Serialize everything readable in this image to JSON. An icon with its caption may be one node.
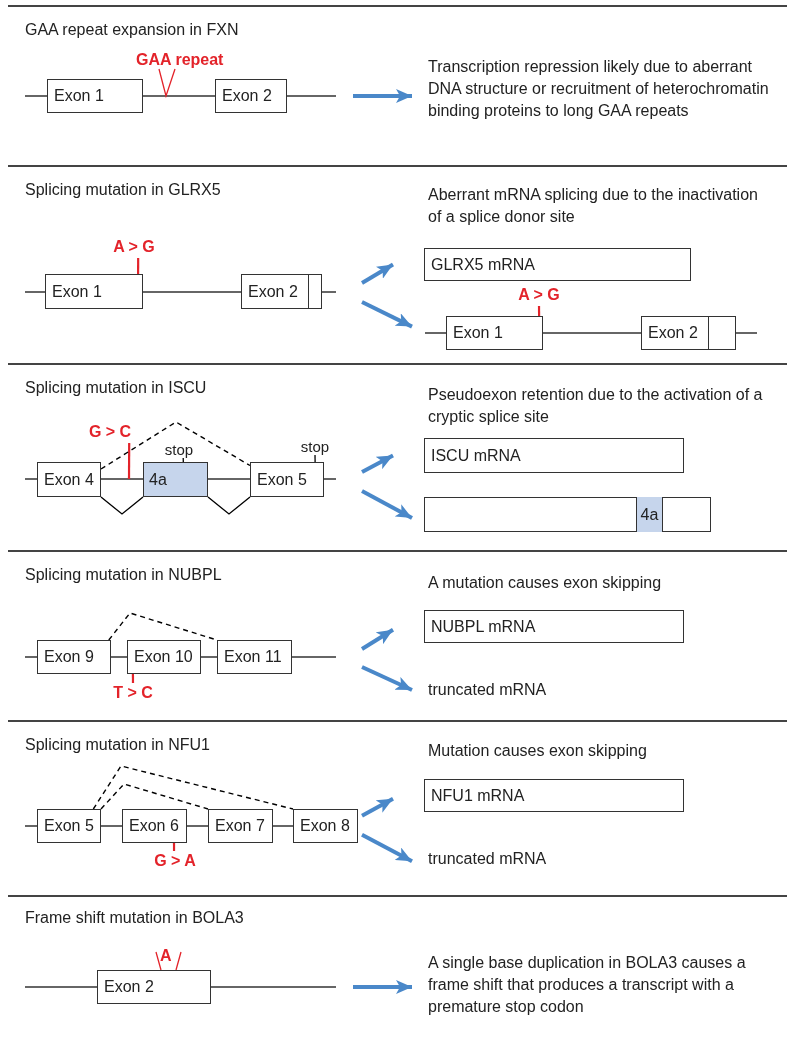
{
  "diagram": {
    "nodes": [
      {
        "text": [
          "Exon 1"
        ]
      },
      {
        "text": [
          "Exon 2"
        ]
      },
      {
        "text": [
          "Transcription repression likely due to aberrant DNA structure or recruitment of heterochromatin binding proteins to long GAA repeats"
        ]
      },
      {
        "text": [
          "A > G"
        ]
      },
      {
        "text": [
          "Exon 1"
        ]
      },
      {
        "text": [
          "Exon 2"
        ]
      },
      {
        "text": [
          "GLRX5 mRNA"
        ]
      },
      {
        "text": [
          "A > G"
        ]
      },
      {
        "text": [
          "Exon 1"
        ]
      },
      {
        "text": [
          "Exon 2"
        ]
      },
      {
        "text": [
          "G > C"
        ]
      },
      {
        "text": [
          "stop"
        ]
      },
      {
        "text": [
          "stop"
        ]
      },
      {
        "text": [
          "Exon 4"
        ]
      },
      {
        "text": [
          "4a"
        ]
      },
      {
        "text": [
          "Exon 5"
        ]
      },
      {
        "text": [
          "ISCU mRNA"
        ]
      },
      {
        "text": [],
        "shape": "box"
      },
      {
        "text": [
          "4a"
        ],
        "in": 17
      },
      {
        "text": [
          "Exon 9"
        ]
      },
      {
        "text": [
          "Exon 10"
        ]
      },
      {
        "text": [
          "Exon 11"
        ]
      },
      {
        "text": [
          "T > C"
        ]
      },
      {
        "text": [
          "NUBPL mRNA"
        ]
      },
      {
        "text": [
          "truncated mRNA"
        ]
      },
      {
        "text": [
          "Exon 5"
        ]
      },
      {
        "text": [
          "Exon 6"
        ]
      },
      {
        "text": [
          "Exon 7"
        ]
      },
      {
        "text": [
          "Exon 8"
        ]
      },
      {
        "text": [
          "G > A"
        ]
      },
      {
        "text": [
          "NFU1 mRNA"
        ]
      },
      {
        "text": [
          "truncated mRNA"
        ]
      },
      {
        "text": [
          "Exon 2"
        ]
      },
      {
        "text": [
          "A single base duplication in BOLA3 causes a frame shift that produces a transcript with a premature stop codon"
        ]
      }
    ],
    "edges": [
      {
        "from": null,
        "to": 2,
        "arrow": "to",
        "style": "thick",
        "color": "#4a88c9"
      },
      {
        "from": 3,
        "to": 4,
        "arrow": "none",
        "color": "#e3232a"
      },
      {
        "from": null,
        "to": 6,
        "arrow": "to",
        "style": "thick",
        "color": "#4a88c9"
      },
      {
        "from": null,
        "to": 8,
        "arrow": "to",
        "style": "thick",
        "color": "#4a88c9"
      },
      {
        "from": 7,
        "to": 8,
        "arrow": "none",
        "color": "#e3232a"
      },
      {
        "from": 10,
        "to": null,
        "arrow": "none",
        "color": "#e3232a"
      },
      {
        "from": 11,
        "to": 14,
        "arrow": "none",
        "color": "#000000"
      },
      {
        "from": 12,
        "to": 15,
        "arrow": "none",
        "color": "#000000"
      },
      {
        "from": 13,
        "to": 15,
        "arrow": "none",
        "style": "dashed",
        "color": "#000000"
      },
      {
        "from": 13,
        "to": 14,
        "arrow": "none",
        "color": "#000000"
      },
      {
        "from": 14,
        "to": 15,
        "arrow": "none",
        "color": "#000000"
      },
      {
        "from": null,
        "to": 16,
        "arrow": "to",
        "style": "thick",
        "color": "#4a88c9"
      },
      {
        "from": null,
        "to": 17,
        "arrow": "to",
        "style": "thick",
        "color": "#4a88c9"
      },
      {
        "from": 19,
        "to": 21,
        "arrow": "none",
        "style": "dashed",
        "color": "#000000"
      },
      {
        "from": 22,
        "to": 20,
        "arrow": "none",
        "color": "#e3232a"
      },
      {
        "from": null,
        "to": 23,
        "arrow": "to",
        "style": "thick",
        "color": "#4a88c9"
      },
      {
        "from": null,
        "to": 24,
        "arrow": "to",
        "style": "thick",
        "color": "#4a88c9"
      },
      {
        "from": 25,
        "to": 28,
        "arrow": "none",
        "style": "dashed",
        "color": "#000000"
      },
      {
        "from": 25,
        "to": 27,
        "arrow": "none",
        "style": "dashed",
        "color": "#000000"
      },
      {
        "from": 29,
        "to": 26,
        "arrow": "none",
        "color": "#e3232a"
      },
      {
        "from": 28,
        "to": 30,
        "arrow": "to",
        "style": "thick",
        "color": "#4a88c9"
      },
      {
        "from": 28,
        "to": 31,
        "arrow": "to",
        "style": "thick",
        "color": "#4a88c9"
      },
      {
        "from": null,
        "to": 33,
        "arrow": "to",
        "style": "thick",
        "color": "#4a88c9"
      }
    ],
    "labels": [
      "GAA repeat expansion in FXN",
      "GAA repeat",
      "Splicing mutation in GLRX5",
      "Aberrant mRNA splicing due to the inactivation of a splice donor site",
      "Splicing mutation in ISCU",
      "Pseudoexon retention due to the activation of a cryptic splice site",
      "Splicing mutation in NUBPL",
      "A mutation causes exon skipping",
      "Splicing mutation in NFU1",
      "Mutation causes exon skipping",
      "Frame shift mutation in BOLA3",
      "A"
    ]
  }
}
